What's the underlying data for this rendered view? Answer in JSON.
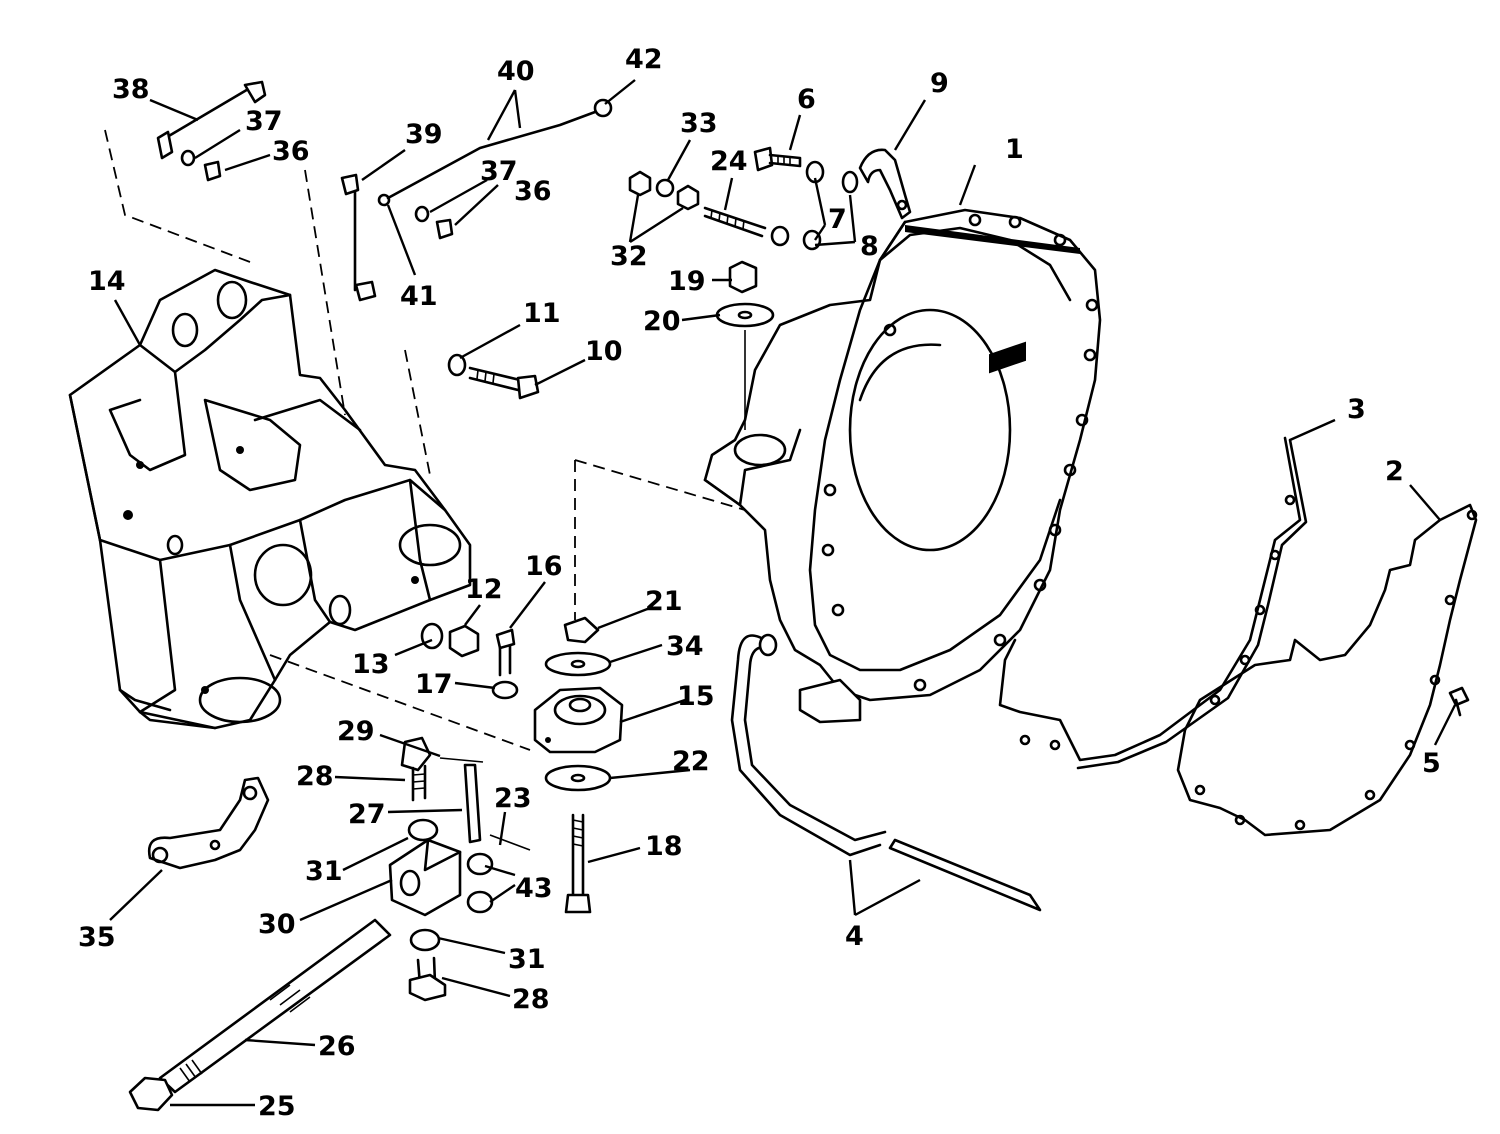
{
  "diagram": {
    "callouts": [
      {
        "id": "c1",
        "text": "1"
      },
      {
        "id": "c2",
        "text": "2"
      },
      {
        "id": "c3",
        "text": "3"
      },
      {
        "id": "c4",
        "text": "4"
      },
      {
        "id": "c5",
        "text": "5"
      },
      {
        "id": "c6",
        "text": "6"
      },
      {
        "id": "c7",
        "text": "7"
      },
      {
        "id": "c8",
        "text": "8"
      },
      {
        "id": "c9",
        "text": "9"
      },
      {
        "id": "c10",
        "text": "10"
      },
      {
        "id": "c11",
        "text": "11"
      },
      {
        "id": "c12",
        "text": "12"
      },
      {
        "id": "c13",
        "text": "13"
      },
      {
        "id": "c14",
        "text": "14"
      },
      {
        "id": "c15",
        "text": "15"
      },
      {
        "id": "c16",
        "text": "16"
      },
      {
        "id": "c17",
        "text": "17"
      },
      {
        "id": "c18",
        "text": "18"
      },
      {
        "id": "c19",
        "text": "19"
      },
      {
        "id": "c20",
        "text": "20"
      },
      {
        "id": "c21",
        "text": "21"
      },
      {
        "id": "c22",
        "text": "22"
      },
      {
        "id": "c23",
        "text": "23"
      },
      {
        "id": "c24",
        "text": "24"
      },
      {
        "id": "c25",
        "text": "25"
      },
      {
        "id": "c26",
        "text": "26"
      },
      {
        "id": "c27",
        "text": "27"
      },
      {
        "id": "c28a",
        "text": "28"
      },
      {
        "id": "c28b",
        "text": "28"
      },
      {
        "id": "c29",
        "text": "29"
      },
      {
        "id": "c30",
        "text": "30"
      },
      {
        "id": "c31a",
        "text": "31"
      },
      {
        "id": "c31b",
        "text": "31"
      },
      {
        "id": "c32",
        "text": "32"
      },
      {
        "id": "c33",
        "text": "33"
      },
      {
        "id": "c34",
        "text": "34"
      },
      {
        "id": "c35",
        "text": "35"
      },
      {
        "id": "c36a",
        "text": "36"
      },
      {
        "id": "c36b",
        "text": "36"
      },
      {
        "id": "c37a",
        "text": "37"
      },
      {
        "id": "c37b",
        "text": "37"
      },
      {
        "id": "c38",
        "text": "38"
      },
      {
        "id": "c39",
        "text": "39"
      },
      {
        "id": "c40",
        "text": "40"
      },
      {
        "id": "c41",
        "text": "41"
      },
      {
        "id": "c42",
        "text": "42"
      },
      {
        "id": "c43",
        "text": "43"
      }
    ]
  }
}
